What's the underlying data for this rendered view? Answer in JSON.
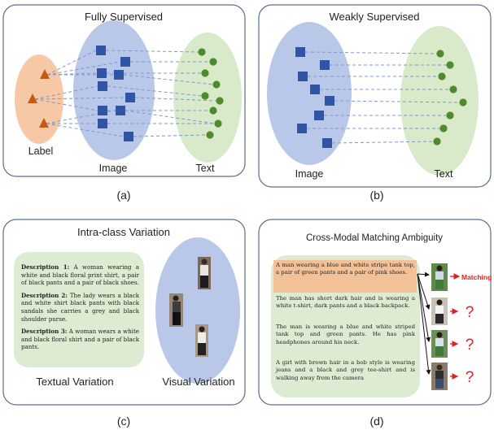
{
  "panels": {
    "a": {
      "title": "Fully Supervised",
      "caption": "(a)",
      "labels": {
        "label": "Label",
        "image": "Image",
        "text": "Text"
      }
    },
    "b": {
      "title": "Weakly Supervised",
      "caption": "(b)",
      "labels": {
        "image": "Image",
        "text": "Text"
      }
    },
    "c": {
      "title": "Intra-class Variation",
      "caption": "(c)",
      "descriptions": [
        {
          "heading": "Description 1:",
          "text": "A woman wearing a white and black floral print shirt, a pair of black pants and a pair of black shoes."
        },
        {
          "heading": "Description 2:",
          "text": "The lady wears a black and white shirt black pants with black sandals she carries a grey and black shoulder purse."
        },
        {
          "heading": "Description 3:",
          "text": "A woman wears a white and black floral shirt and a pair of black pants."
        }
      ],
      "labels": {
        "textual": "Textual Variation",
        "visual": "Visual Variation"
      }
    },
    "d": {
      "title": "Cross-Modal Matching Ambiguity",
      "caption": "(d)",
      "texts": [
        "A man wearing a blue and white stripe tank top, a pair of green pants and a pair of pink shoes.",
        "The man has short dark hair and is wearing a white t-shirt, dark pants and a black backpack.",
        "The man is wearing a blue and white striped tank top and green pants. He has pink headphones around his neck.",
        "A girl with brown hair in a bob style is wearing jeans and a black and grey tee-shirt and is walking away from the camera"
      ],
      "matching_label": "Matching",
      "question_mark": "?"
    }
  },
  "colors": {
    "label_ellipse": "#f7c8a6",
    "image_ellipse": "#b9c8e8",
    "text_ellipse": "#d9eacb",
    "triangle": "#c55a11",
    "square": "#2f55a4",
    "dot": "#4e8a2e",
    "dash": "#7f98d0",
    "accent_red": "#e02020",
    "text_box": "#dcebd2",
    "highlight": "#f2c197"
  }
}
